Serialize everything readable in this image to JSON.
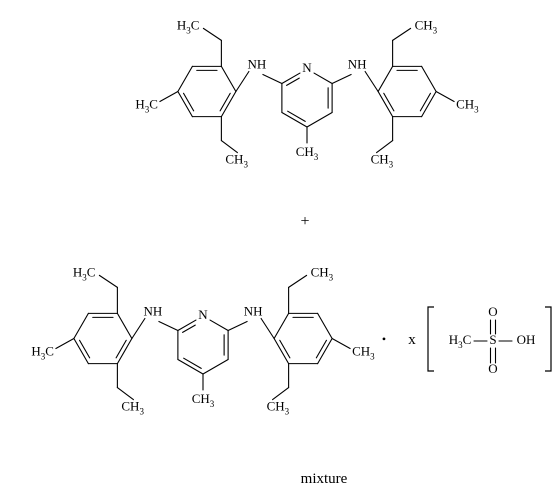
{
  "operators": {
    "plus": "+",
    "dot": "•",
    "x": "x"
  },
  "caption": "mixture",
  "molecules": {
    "diamine": {
      "name": "N2,N6-bis(2,6-diethyl-4-methylphenyl)-4-methylpyridine-2,6-diamine",
      "atom_labels": {
        "amine_nh": "NH",
        "pyridine_n": "N",
        "methyl": "CH3"
      }
    },
    "acid": {
      "name": "methanesulfonic acid",
      "labels": {
        "methyl": "H3C",
        "sulfur": "S",
        "oxygen_top": "O",
        "oxygen_bottom": "O",
        "hydroxyl": "OH"
      }
    }
  }
}
